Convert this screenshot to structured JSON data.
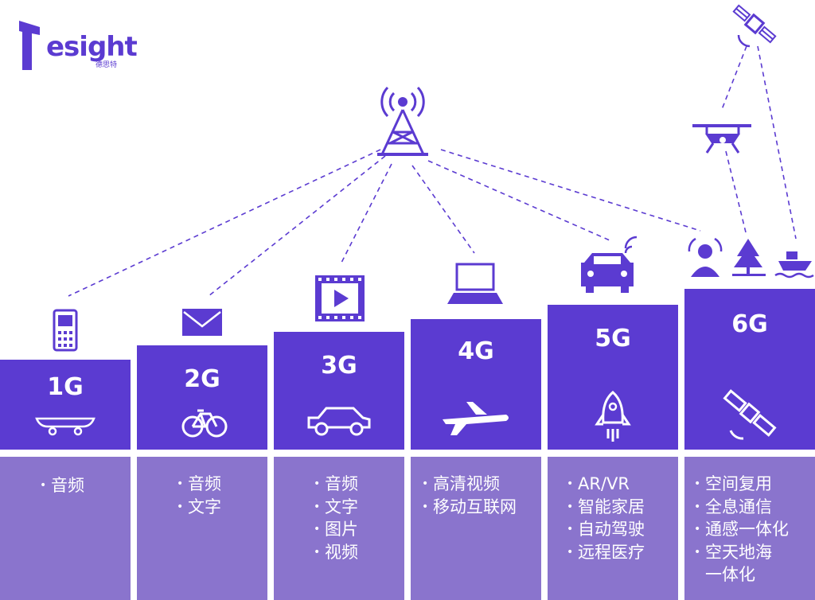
{
  "brand": {
    "wordmark": "esight",
    "subtitle": "德思特",
    "accent": "#5b3bd1",
    "light": "#8a74cd"
  },
  "generations": [
    {
      "label": "1G",
      "device_icon": "feature-phone-icon",
      "mobility_icon": "skateboard-icon",
      "features": [
        "音频"
      ]
    },
    {
      "label": "2G",
      "device_icon": "envelope-icon",
      "mobility_icon": "bicycle-icon",
      "features": [
        "音频",
        "文字"
      ]
    },
    {
      "label": "3G",
      "device_icon": "video-player-icon",
      "mobility_icon": "car-icon",
      "features": [
        "音频",
        "文字",
        "图片",
        "视频"
      ]
    },
    {
      "label": "4G",
      "device_icon": "laptop-icon",
      "mobility_icon": "airplane-icon",
      "features": [
        "高清视频",
        "移动互联网"
      ]
    },
    {
      "label": "5G",
      "device_icon": "connected-car-icon",
      "mobility_icon": "rocket-icon",
      "features": [
        "AR/VR",
        "智能家居",
        "自动驾驶",
        "远程医疗"
      ]
    },
    {
      "label": "6G",
      "device_icon": "user-tree-ship-icon",
      "mobility_icon": "satellite-icon",
      "features": [
        "空间复用",
        "全息通信",
        "通感一体化",
        "空天地海",
        "一体化"
      ]
    }
  ],
  "network_icons": [
    "cell-tower-icon",
    "drone-icon",
    "satellite-icon"
  ]
}
